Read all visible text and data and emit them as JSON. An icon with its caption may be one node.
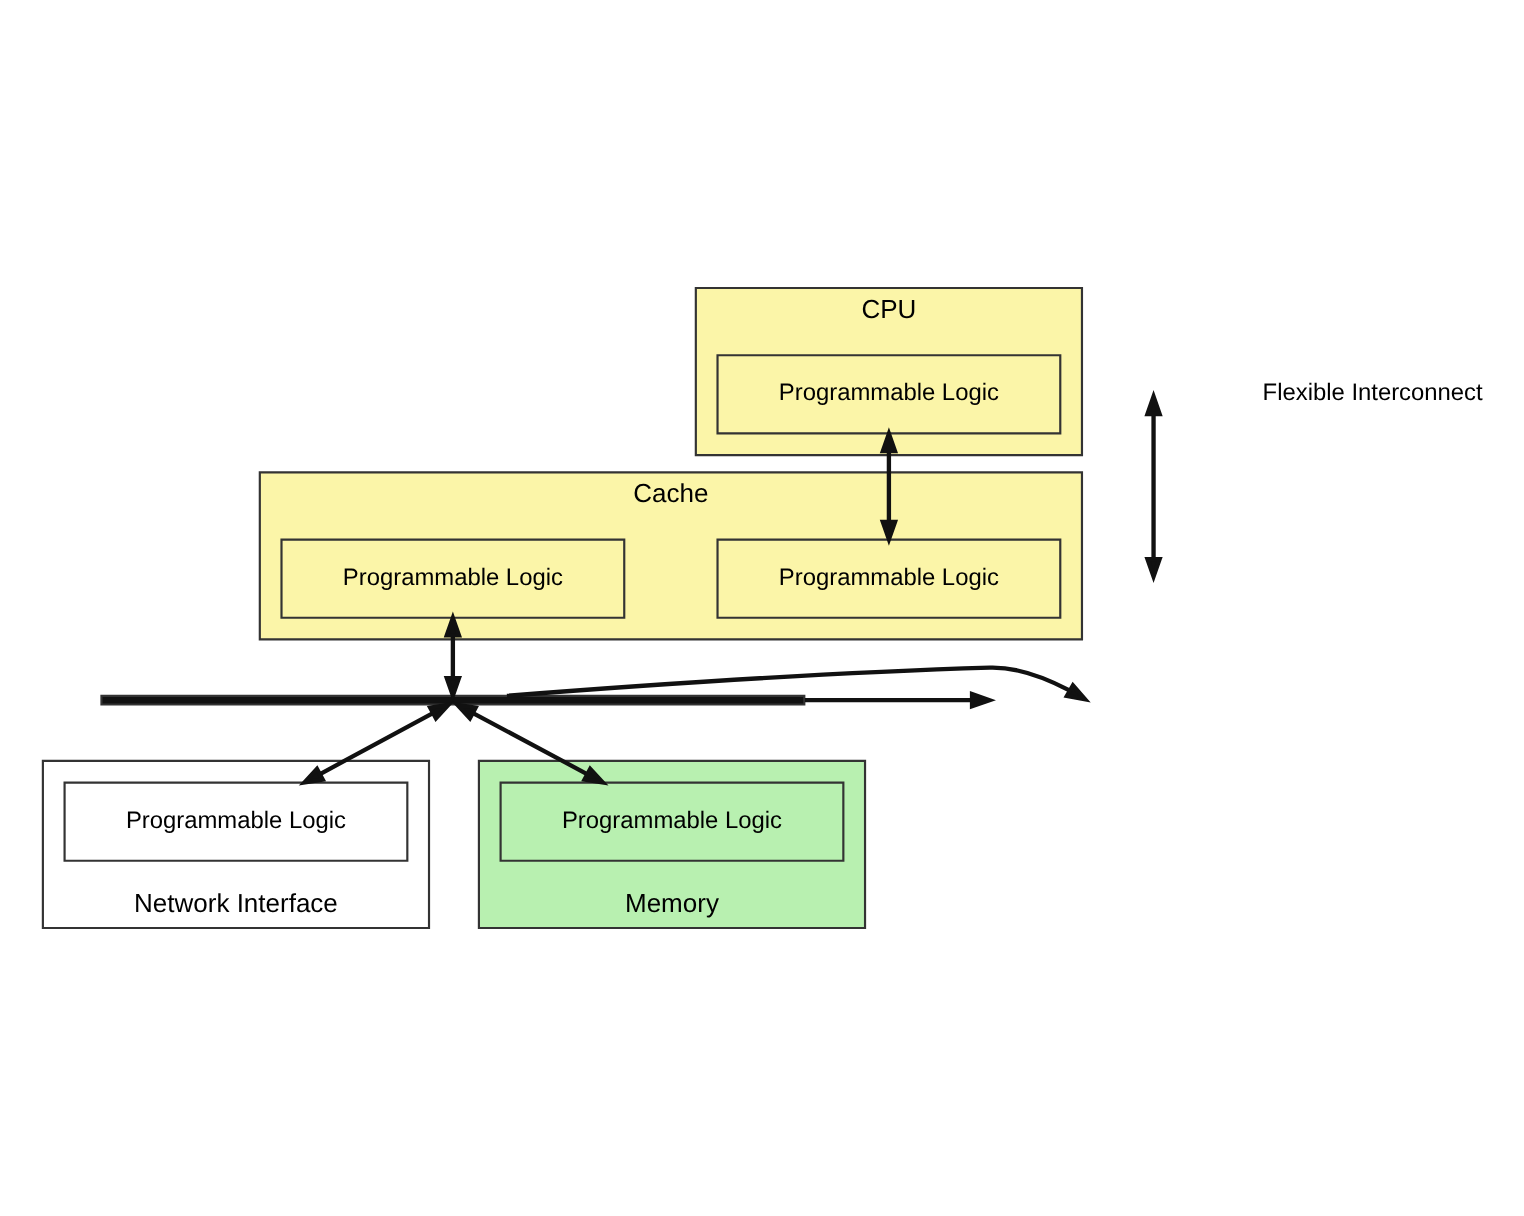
{
  "diagram": {
    "nodes": [
      {
        "text": [
          "CPU"
        ]
      },
      {
        "text": [
          "Programmable Logic"
        ],
        "in": 0
      },
      {
        "text": [
          "Cache"
        ]
      },
      {
        "text": [
          "Programmable Logic"
        ],
        "in": 2
      },
      {
        "text": [
          "Programmable Logic"
        ],
        "in": 2
      },
      {
        "text": [],
        "shape": "bar"
      },
      {
        "text": [
          "Network Interface"
        ]
      },
      {
        "text": [
          "Programmable Logic"
        ],
        "in": 6
      },
      {
        "text": [
          "Memory"
        ]
      },
      {
        "text": [
          "Programmable Logic"
        ],
        "in": 8
      }
    ],
    "edges": [
      {
        "from": 1,
        "to": 3,
        "arrow": "both"
      },
      {
        "from": 5,
        "to": null,
        "arrow": "to"
      },
      {
        "from": 5,
        "to": null,
        "arrow": "to"
      },
      {
        "from": 4,
        "to": 5,
        "arrow": "both"
      },
      {
        "from": 5,
        "to": 7,
        "arrow": "both"
      },
      {
        "from": 5,
        "to": 9,
        "arrow": "both"
      }
    ],
    "legend": [
      {
        "text": "Flexible Interconnect"
      }
    ]
  }
}
